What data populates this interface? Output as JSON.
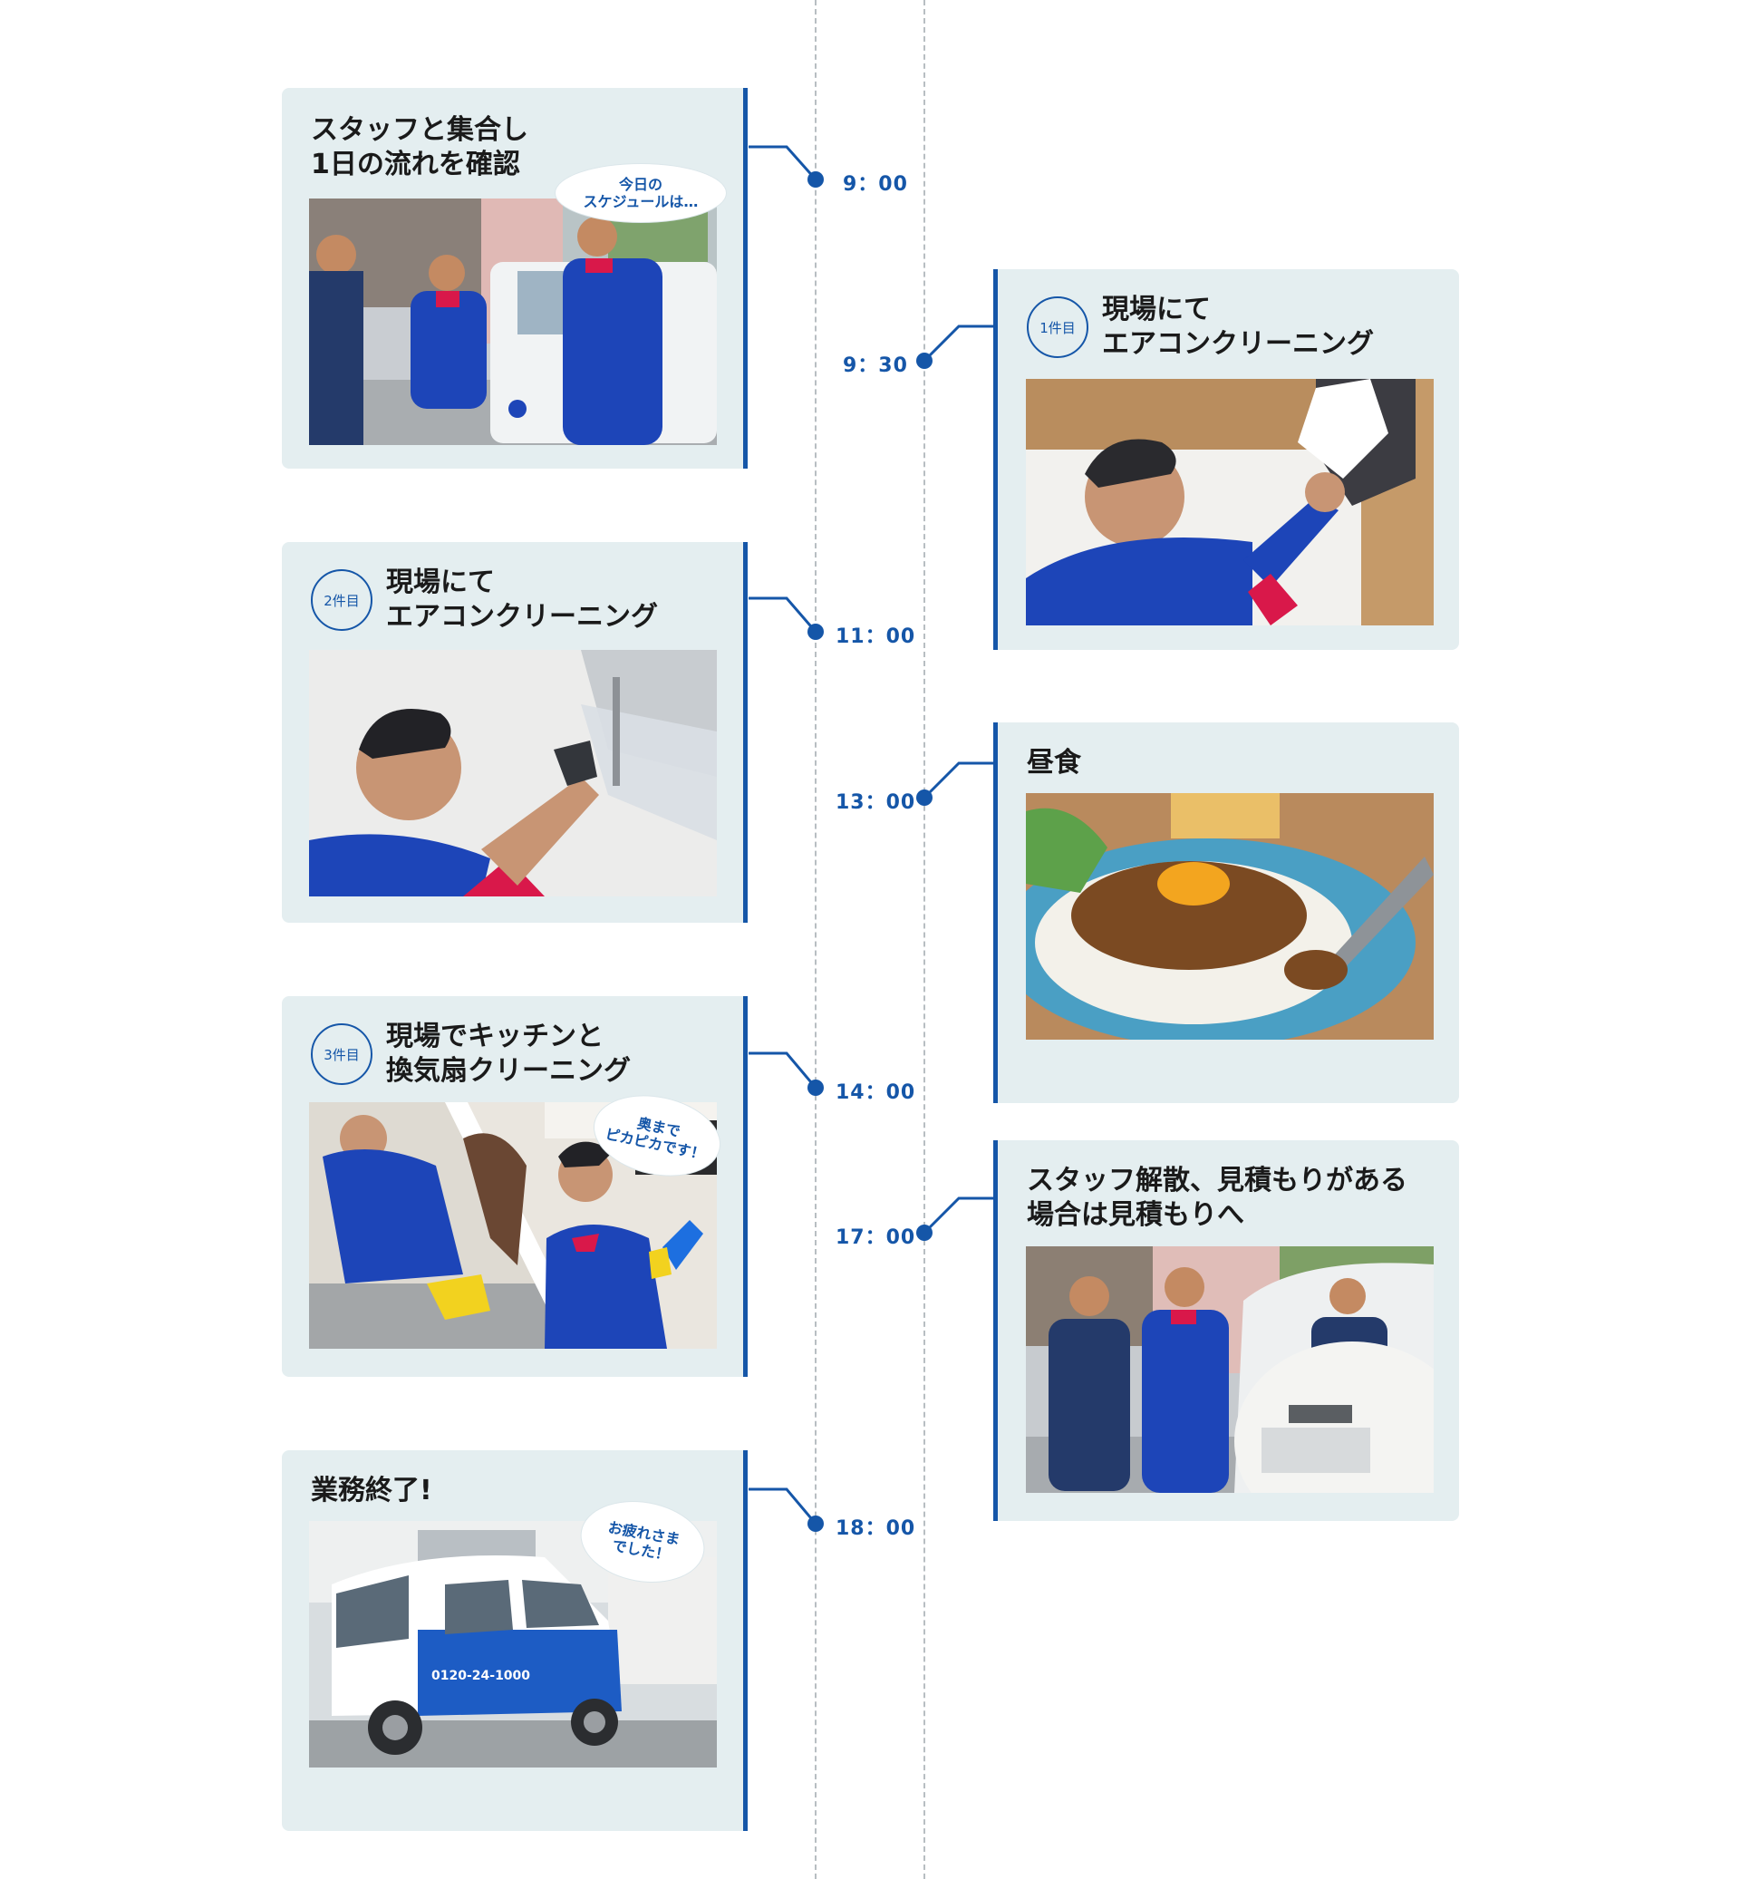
{
  "timeline": {
    "items": [
      {
        "time": "9：00",
        "title_lines": [
          "スタッフと集合し",
          "1日の流れを確認"
        ],
        "badge": "",
        "bubble_lines": [
          "今日の",
          "スケジュールは…"
        ],
        "photo": "staff-meeting-photo"
      },
      {
        "time": "9：30",
        "title_lines": [
          "現場にて",
          "エアコンクリーニング"
        ],
        "badge": "1件目",
        "bubble_lines": [],
        "photo": "aircon-cleaning-photo-1"
      },
      {
        "time": "11：00",
        "title_lines": [
          "現場にて",
          "エアコンクリーニング"
        ],
        "badge": "2件目",
        "bubble_lines": [],
        "photo": "aircon-cleaning-photo-2"
      },
      {
        "time": "13：00",
        "title_lines": [
          "昼食"
        ],
        "badge": "",
        "bubble_lines": [],
        "photo": "lunch-keema-curry-photo"
      },
      {
        "time": "14：00",
        "title_lines": [
          "現場でキッチンと",
          "換気扇クリーニング"
        ],
        "badge": "3件目",
        "bubble_lines": [
          "奥まで",
          "ピカピカです！"
        ],
        "photo": "kitchen-cleaning-photo"
      },
      {
        "time": "17：00",
        "title_lines": [
          "スタッフ解散、見積もりがある",
          "場合は見積もりへ"
        ],
        "badge": "",
        "bubble_lines": [],
        "photo": "staff-dismissal-estimate-photo"
      },
      {
        "time": "18：00",
        "title_lines": [
          "業務終了!"
        ],
        "badge": "",
        "bubble_lines": [
          "お疲れさま",
          "でした！"
        ],
        "photo": "service-van-photo"
      }
    ],
    "van_text": {
      "phone": "0120-24-1000"
    },
    "colors": {
      "accent": "#1556a8",
      "card_bg": "#e4eef0",
      "dashed_line": "#b8bec2"
    }
  }
}
